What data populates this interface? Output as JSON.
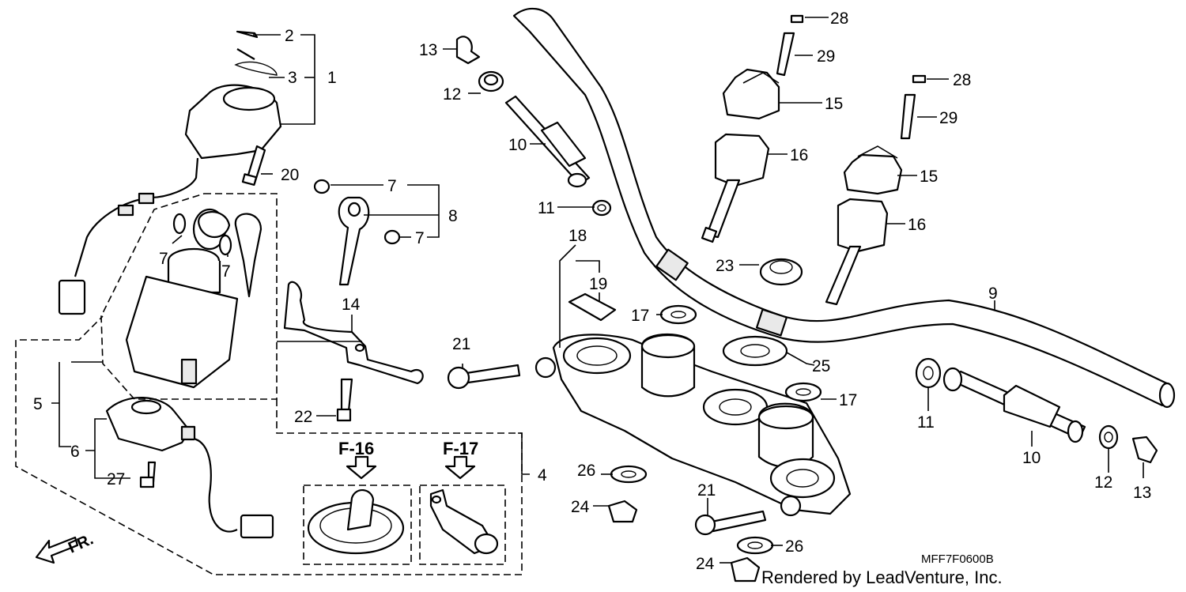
{
  "labels": {
    "n1": "1",
    "n2": "2",
    "n3": "3",
    "n4": "4",
    "n5": "5",
    "n6": "6",
    "n7a": "7",
    "n7b": "7",
    "n7c": "7",
    "n7d": "7",
    "n8": "8",
    "n9": "9",
    "n10a": "10",
    "n10b": "10",
    "n11a": "11",
    "n11b": "11",
    "n12a": "12",
    "n12b": "12",
    "n13a": "13",
    "n13b": "13",
    "n14": "14",
    "n15a": "15",
    "n15b": "15",
    "n16a": "16",
    "n16b": "16",
    "n17a": "17",
    "n17b": "17",
    "n18": "18",
    "n19": "19",
    "n20": "20",
    "n21a": "21",
    "n21b": "21",
    "n22": "22",
    "n23": "23",
    "n24a": "24",
    "n24b": "24",
    "n25": "25",
    "n26a": "26",
    "n26b": "26",
    "n27": "27",
    "n28a": "28",
    "n28b": "28",
    "n29a": "29",
    "n29b": "29"
  },
  "refs": {
    "f16": "F-16",
    "f17": "F-17"
  },
  "direction": "FR.",
  "diagram_code": "MFF7F0600B",
  "credit": "Rendered by LeadVenture, Inc."
}
